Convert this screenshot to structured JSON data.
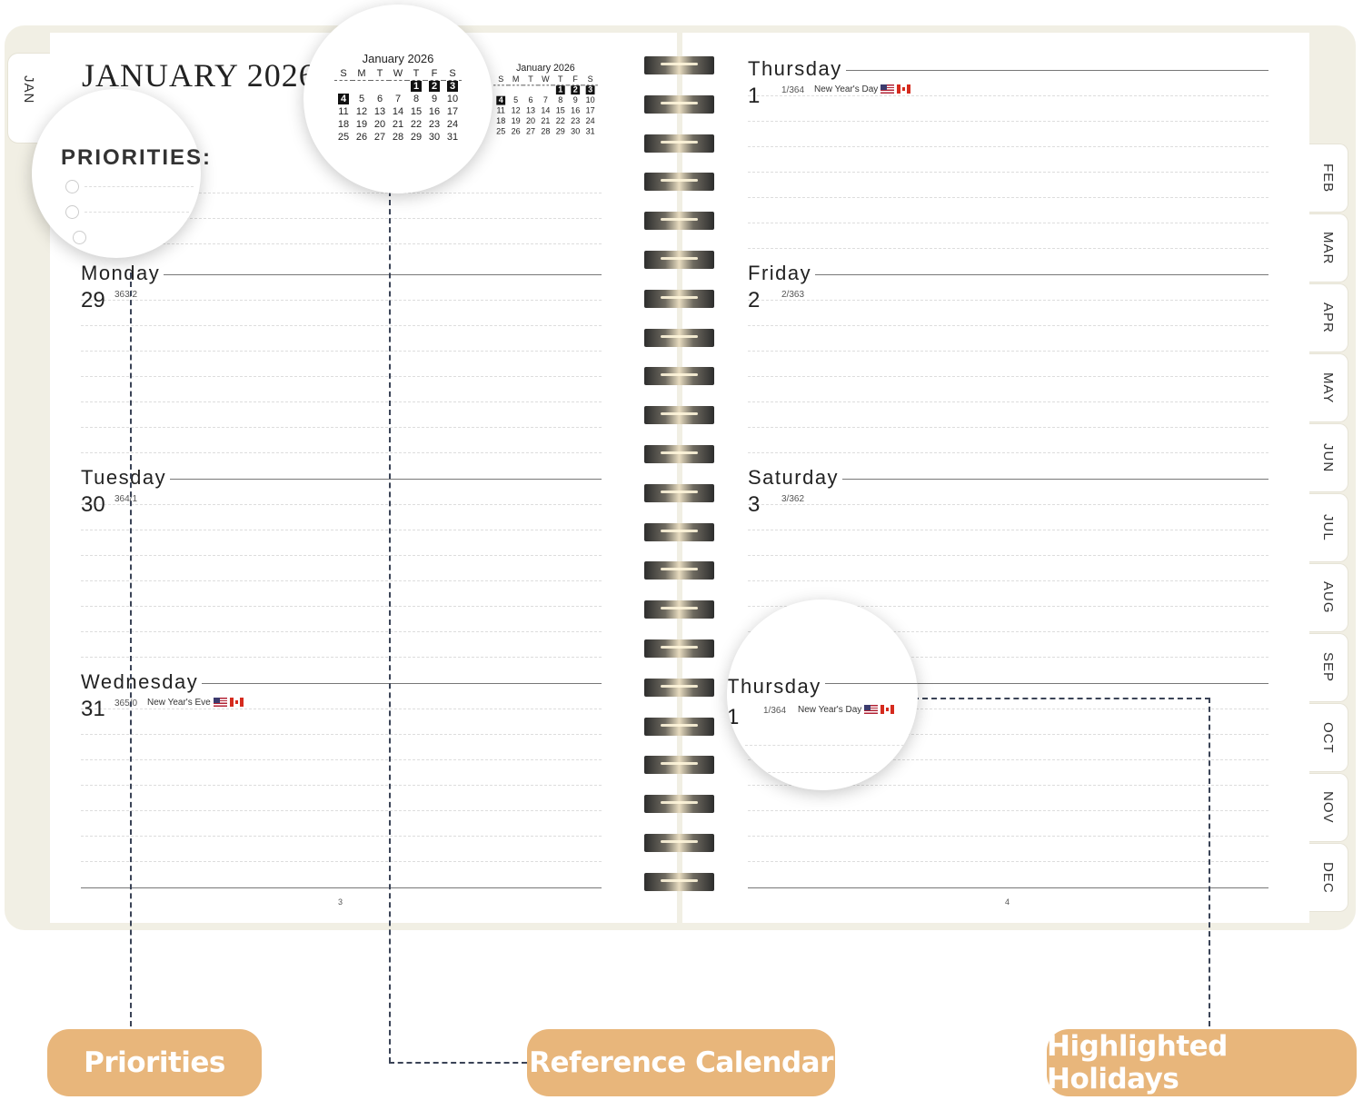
{
  "planner": {
    "month_title": "JANUARY 2026",
    "current_tab": "JAN",
    "month_tabs": [
      "FEB",
      "MAR",
      "APR",
      "MAY",
      "JUN",
      "JUL",
      "AUG",
      "SEP",
      "OCT",
      "NOV",
      "DEC"
    ],
    "priorities_label": "PRIORITIES:",
    "left_days": [
      {
        "name": "Monday",
        "date": "29",
        "count": "363/2",
        "holiday": ""
      },
      {
        "name": "Tuesday",
        "date": "30",
        "count": "364/1",
        "holiday": ""
      },
      {
        "name": "Wednesday",
        "date": "31",
        "count": "365/0",
        "holiday": "New Year's Eve"
      }
    ],
    "right_days": [
      {
        "name": "Thursday",
        "date": "1",
        "count": "1/364",
        "holiday": "New Year's Day"
      },
      {
        "name": "Friday",
        "date": "2",
        "count": "2/363",
        "holiday": ""
      },
      {
        "name": "Saturday",
        "date": "3",
        "count": "3/362",
        "holiday": ""
      }
    ],
    "page_numbers": {
      "left": "3",
      "right": "4"
    },
    "mini_calendar": {
      "title": "January 2026",
      "weekdays": [
        "S",
        "M",
        "T",
        "W",
        "T",
        "F",
        "S"
      ],
      "weeks": [
        [
          "",
          "",
          "",
          "",
          "1",
          "2",
          "3"
        ],
        [
          "4",
          "5",
          "6",
          "7",
          "8",
          "9",
          "10"
        ],
        [
          "11",
          "12",
          "13",
          "14",
          "15",
          "16",
          "17"
        ],
        [
          "18",
          "19",
          "20",
          "21",
          "22",
          "23",
          "24"
        ],
        [
          "25",
          "26",
          "27",
          "28",
          "29",
          "30",
          "31"
        ]
      ],
      "highlighted": [
        "1",
        "2",
        "3",
        "4"
      ]
    },
    "holiday_magnifier": {
      "name": "Thursday",
      "date": "1",
      "count": "1/364",
      "holiday": "New Year's Day"
    }
  },
  "callouts": {
    "priorities": "Priorities",
    "reference_calendar": "Reference Calendar",
    "holidays": "Highlighted Holidays"
  },
  "colors": {
    "callout": "#e8b67b",
    "cover": "#f1efe4",
    "connector": "#3a4356"
  }
}
